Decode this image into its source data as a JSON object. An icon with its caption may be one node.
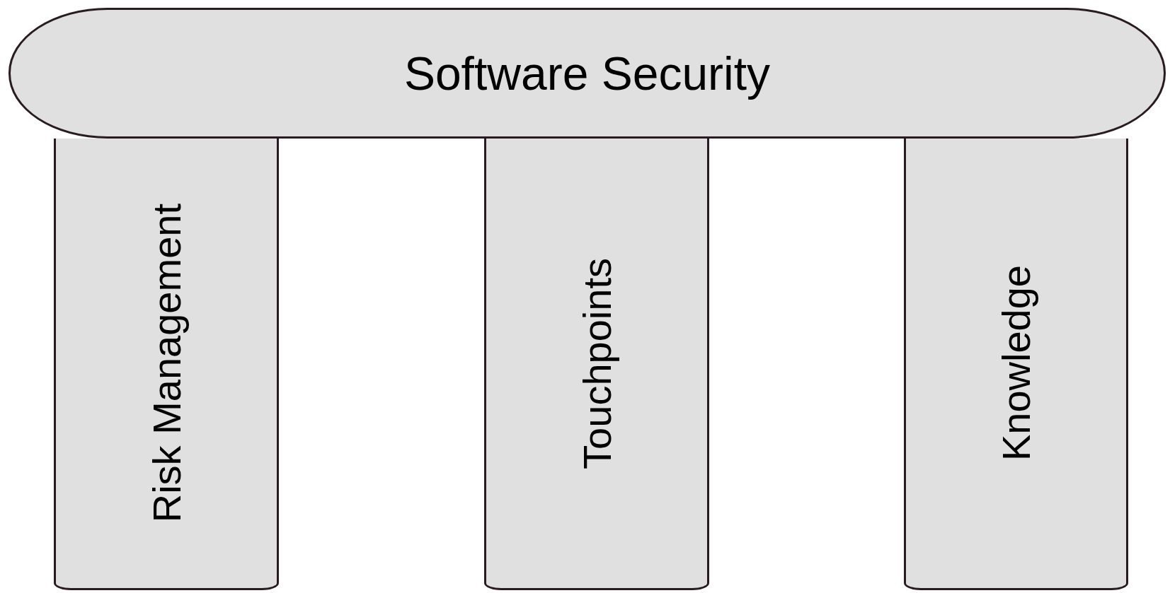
{
  "diagram": {
    "nodes": [
      {
        "text": [
          "Software Security"
        ]
      },
      {
        "text": [
          "Risk Management"
        ]
      },
      {
        "text": [
          "Touchpoints"
        ]
      },
      {
        "text": [
          "Knowledge"
        ]
      }
    ]
  }
}
